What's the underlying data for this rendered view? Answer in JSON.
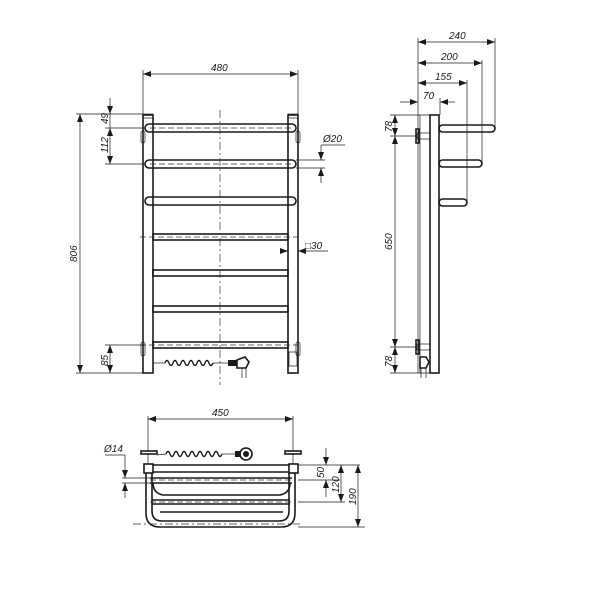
{
  "drawing": {
    "subject": "Heated towel rail technical drawing",
    "front_view": {
      "width_label": "480",
      "height_label": "806",
      "top_offset_label": "49",
      "rail_spacing_label": "112",
      "bottom_offset_label": "85",
      "rail_diameter_label": "Ø20",
      "profile_label": "□30"
    },
    "side_view": {
      "depth_labels": [
        "240",
        "200",
        "155",
        "70"
      ],
      "top_offset_label": "78",
      "mount_spacing_label": "650",
      "bottom_offset_label": "78"
    },
    "top_view": {
      "width_label": "450",
      "mount_diameter_label": "Ø14",
      "depth_labels": [
        "50",
        "120",
        "190"
      ]
    }
  }
}
